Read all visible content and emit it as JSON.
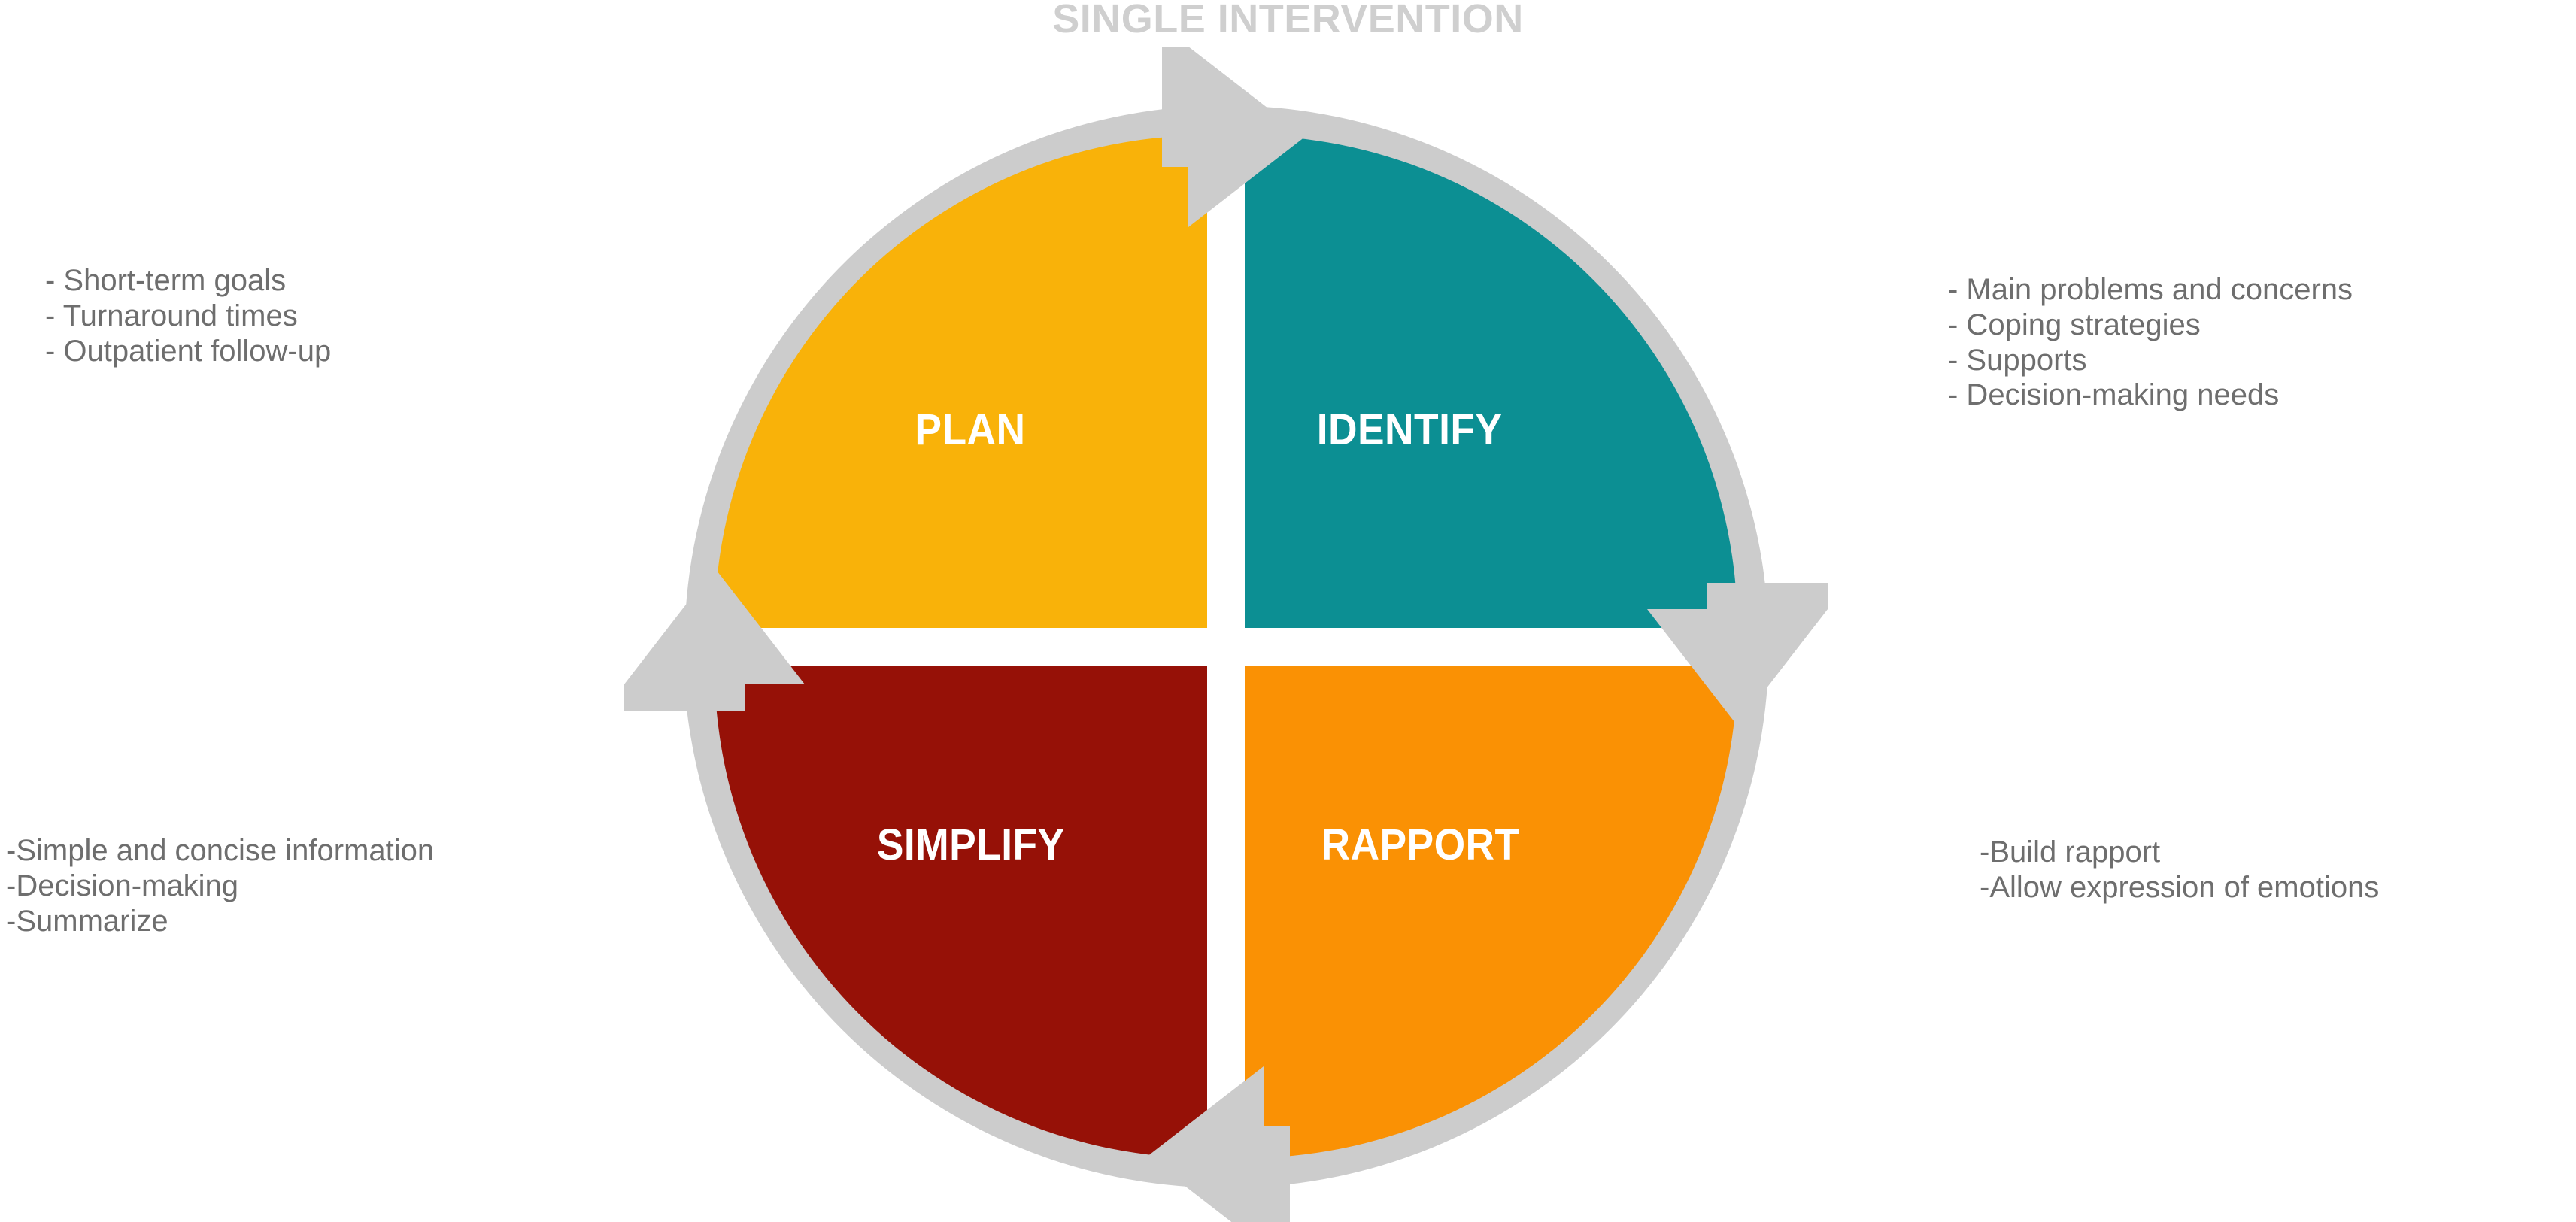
{
  "title": "SINGLE INTERVENTION",
  "colors": {
    "plan": "#F9B209",
    "identify": "#0C8F93",
    "rapport": "#FA9104",
    "simplify": "#961107",
    "arrow_ring": "#CCCCCC",
    "note_text": "#6E6E6E",
    "title_text": "#CFCFCF",
    "label_text": "#FFFFFF",
    "background": "#FFFFFF"
  },
  "chart_data": {
    "type": "pie",
    "title": "SINGLE INTERVENTION",
    "categories": [
      "PLAN",
      "IDENTIFY",
      "RAPPORT",
      "SIMPLIFY"
    ],
    "values": [
      25,
      25,
      25,
      25
    ],
    "legend": "none",
    "notes": "Four equal quadrants forming a clockwise cycle: PLAN (top-left) to IDENTIFY (top-right) to RAPPORT (bottom-right) to SIMPLIFY (bottom-left) and back to PLAN."
  },
  "quadrants": {
    "plan": {
      "label": "PLAN",
      "position": "top-left",
      "color": "#F9B209",
      "bullets": [
        "- Short-term goals",
        "- Turnaround times",
        "- Outpatient follow-up"
      ]
    },
    "identify": {
      "label": "IDENTIFY",
      "position": "top-right",
      "color": "#0C8F93",
      "bullets": [
        "- Main problems and concerns",
        "- Coping strategies",
        "- Supports",
        "- Decision-making needs"
      ]
    },
    "rapport": {
      "label": "RAPPORT",
      "position": "bottom-right",
      "color": "#FA9104",
      "bullets": [
        "-Build rapport",
        "-Allow expression of emotions"
      ]
    },
    "simplify": {
      "label": "SIMPLIFY",
      "position": "bottom-left",
      "color": "#961107",
      "bullets": [
        "-Simple and concise information",
        "-Decision-making",
        "-Summarize"
      ]
    }
  },
  "arrows": [
    {
      "name": "arrow-plan-to-identify",
      "direction": "right",
      "location": "top"
    },
    {
      "name": "arrow-identify-to-rapport",
      "direction": "down",
      "location": "right"
    },
    {
      "name": "arrow-rapport-to-simplify",
      "direction": "left",
      "location": "bottom"
    },
    {
      "name": "arrow-simplify-to-plan",
      "direction": "up",
      "location": "left"
    }
  ]
}
